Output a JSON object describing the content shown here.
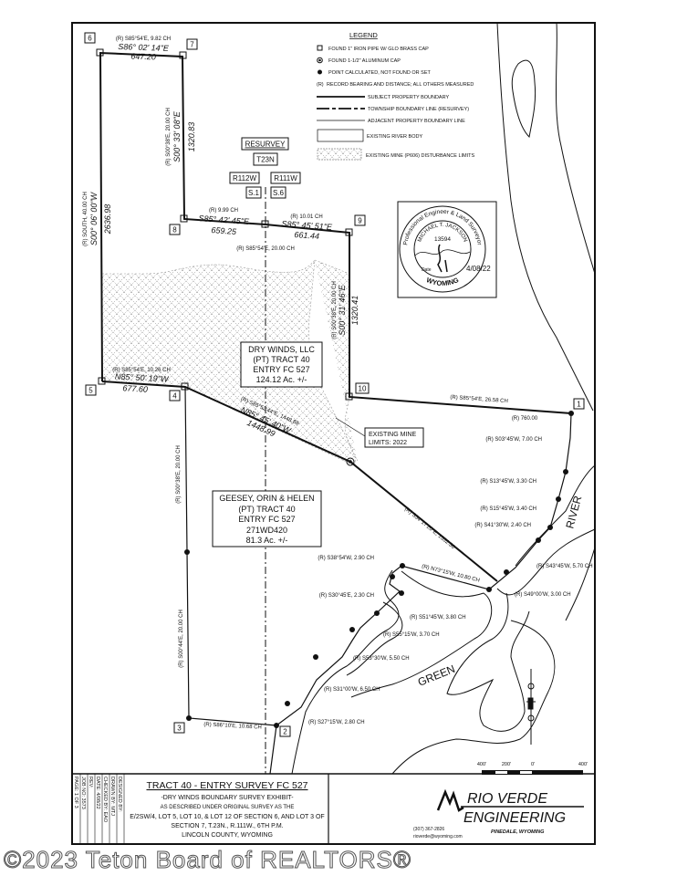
{
  "legend": {
    "title": "LEGEND",
    "items": [
      "FOUND 1\" IRON PIPE W/ GLO BRASS CAP",
      "FOUND 1-1/2\" ALUMINUM CAP",
      "POINT CALCULATED, NOT FOUND OR SET",
      "RECORD BEARING AND DISTANCE; ALL OTHERS MEASURED",
      "SUBJECT PROPERTY BOUNDARY",
      "TOWNSHIP BOUNDARY LINE (RESURVEY)",
      "ADJACENT PROPERTY BOUNDARY LINE",
      "EXISTING RIVER BODY",
      "EXISTING MINE (P606) DISTURBANCE LIMITS"
    ],
    "record_marker": "(R)"
  },
  "corners": [
    "1",
    "2",
    "3",
    "4",
    "5",
    "6",
    "7",
    "8",
    "9",
    "10"
  ],
  "township": {
    "resurvey": "RESURVEY",
    "t": "T23N",
    "r_left": "R112W",
    "r_right": "R111W",
    "s_left": "S.1",
    "s_right": "S.6"
  },
  "calls": {
    "c67_rec": "(R) S85°54'E, 9.82 CH",
    "c67_brg": "S86° 02' 14\"E",
    "c67_dist": "647.20",
    "c78_rec": "(R) S00°38'E, 20.00 CH",
    "c78_brg": "S00° 33' 08\"E",
    "c78_dist": "1320.83",
    "c65_rec": "(R) SOUTH, 40.00 CH",
    "c65_brg": "S00° 06' 00\"W",
    "c65_dist": "2636.98",
    "c8m_rec": "(R) 9.99 CH",
    "c8m_brg": "S85° 42' 45\"E",
    "c8m_dist": "659.25",
    "cm9_rec": "(R) 10.01 CH",
    "cm9_brg": "S85° 45' 51\"E",
    "cm9_dist": "661.44",
    "c89_rec": "(R) S85°54'E, 20.00 CH",
    "c910_rec": "(R) S00°38'E, 20.00 CH",
    "c910_brg": "S00° 31' 46\"E",
    "c910_dist": "1320.41",
    "c54_rec": "(R) S85°54'E, 10.26 CH",
    "c54_brg": "N85° 50' 19\"W",
    "c54_dist": "677.60",
    "c4m_rec": "(R) S85°52'44\"E, 1448.88",
    "c4m_brg": "N85° 45' 40\"W",
    "c4m_dist": "1448.99",
    "c101_rec": "(R) S85°54'E, 26.58 CH",
    "c1_rec": "(R) 760.00",
    "c43_rec": "(R) S00°38'E, 20.00 CH",
    "c32_rec": "(R) S00°44'E, 20.00 CH",
    "c3b_rec": "(R) S86°10'E, 10.68 CH",
    "cS54_rec": "(R) S54°17'20\"E, 1532.56",
    "r1": "(R) S03°45'W, 7.00 CH",
    "r2": "(R) S13°45'W, 3.30 CH",
    "r3": "(R) S15°45'W, 3.40 CH",
    "r4": "(R) S41°30'W, 2.40 CH",
    "r5": "(R) S43°45'W, 5.70 CH",
    "r6": "(R) S49°00'W, 3.00 CH",
    "r7": "(R) N73°15'W, 10.80 CH",
    "r8": "(R) S38°54'W, 2.90 CH",
    "r9": "(R) S30°45'E, 2.30 CH",
    "r10": "(R) S51°45'W, 3.80 CH",
    "r11": "(R) S55°15'W, 3.70 CH",
    "r12": "(R) S53°30'W, 5.50 CH",
    "r13": "(R) S31°00'W, 6.50 CH",
    "r14": "(R) S27°15'W, 2.80 CH"
  },
  "parcels": {
    "dry_winds": [
      "DRY WINDS, LLC",
      "(PT) TRACT 40",
      "ENTRY FC 527",
      "124.12 Ac. +/-"
    ],
    "geesey": [
      "GEESEY, ORIN & HELEN",
      "(PT) TRACT 40",
      "ENTRY FC 527",
      "271WD420",
      "81.3 Ac. +/-"
    ],
    "mine_limits": [
      "EXISTING MINE",
      "LIMITS: 2022"
    ]
  },
  "river": {
    "word1": "RIVER",
    "word2": "GREEN"
  },
  "seal": {
    "ring_top": "Professional Engineer & Land Surveyor",
    "name": "MICHAEL T. JACKSON",
    "number": "13594",
    "state": "WYOMING",
    "date_label": "Date",
    "date": "4/08/22"
  },
  "scale": {
    "labels": [
      "400'",
      "200'",
      "0'",
      "400'"
    ]
  },
  "title_block": {
    "meta": [
      "DESIGNED BY:",
      "DRAWN BY: MTJ",
      "CHECKED BY: EAO",
      "DATE: 4/08/22",
      "REV:",
      "JOB NO: 3573",
      "PAGE: 1 OF 3"
    ],
    "title": "TRACT 40 - ENTRY SURVEY FC 527",
    "subtitle": "-DRY WINDS BOUNDARY SURVEY EXHIBIT-",
    "desc1": "AS DESCRIBED UNDER ORIGINAL SURVEY AS THE",
    "desc2": "E/2SW/4, LOT 5, LOT 10, & LOT 12 OF SECTION 6, AND LOT 3 OF",
    "desc3": "SECTION 7, T.23N., R.111W., 6TH P.M.",
    "desc4": "LINCOLN COUNTY, WYOMING",
    "company1": "RIO VERDE",
    "company2": "ENGINEERING",
    "city": "PINEDALE, WYOMING",
    "phone": "(307) 367-2826",
    "email": "rioverde@wyoming.com"
  },
  "watermark": "©2023 Teton Board of REALTORS®"
}
